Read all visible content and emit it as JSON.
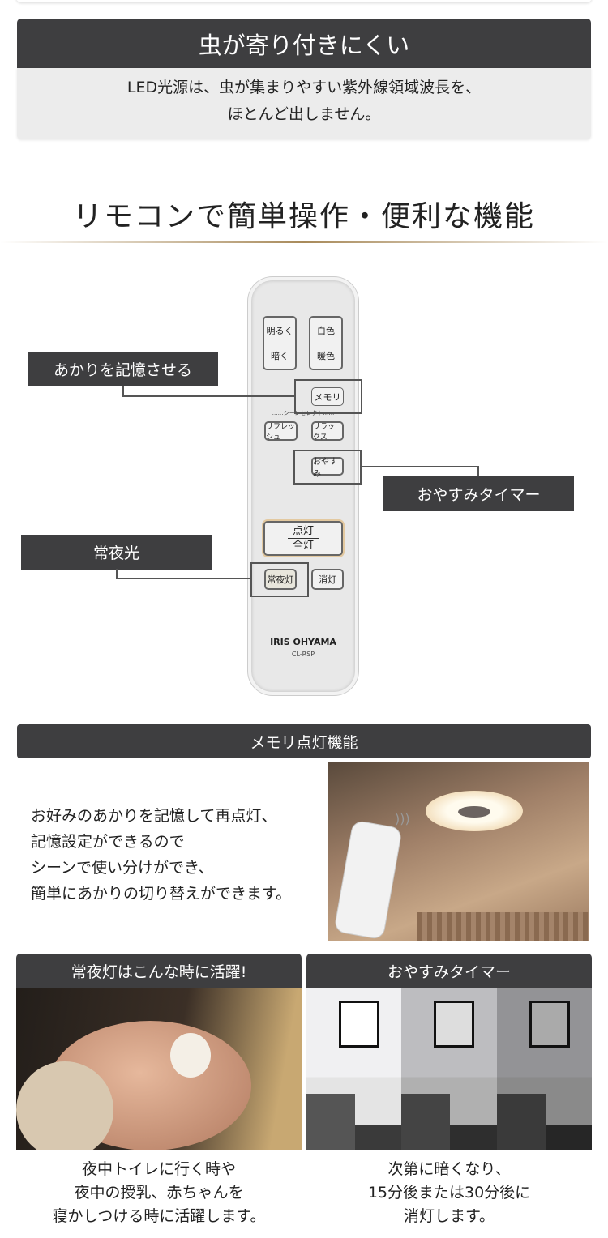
{
  "insect": {
    "title": "虫が寄り付きにくい",
    "lines": [
      "LED光源は、虫が集まりやすい紫外線領域波長を、",
      "ほとんど出しません。"
    ]
  },
  "remote_section": {
    "heading": "リモコンで簡単操作・便利な機能",
    "remote": {
      "buttons": {
        "brighter": "明るく",
        "darker": "暗く",
        "white": "白色",
        "warm": "暖色",
        "memory": "メモリ",
        "scene_select": "……シーンセレクト……",
        "refresh": "リフレッシュ",
        "relax": "リラックス",
        "sleep": "おやすみ",
        "on": "点灯",
        "full": "全灯",
        "night_light": "常夜灯",
        "off": "消灯"
      },
      "brand": "IRIS OHYAMA",
      "model": "CL-RSP"
    },
    "callouts": {
      "memory": "あかりを記憶させる",
      "sleep_timer": "おやすみタイマー",
      "night_light": "常夜光"
    }
  },
  "memory_feature": {
    "title": "メモリ点灯機能",
    "lines": [
      "お好みのあかりを記憶して再点灯、",
      "記憶設定ができるので",
      "シーンで使い分けができ、",
      "簡単にあかりの切り替えができます。"
    ]
  },
  "cards": [
    {
      "title": "常夜灯はこんな時に活躍!",
      "lines": [
        "夜中トイレに行く時や",
        "夜中の授乳、赤ちゃんを",
        "寝かしつける時に活躍します。"
      ]
    },
    {
      "title": "おやすみタイマー",
      "lines": [
        "次第に暗くなり、",
        "15分後または30分後に",
        "消灯します。"
      ]
    }
  ]
}
